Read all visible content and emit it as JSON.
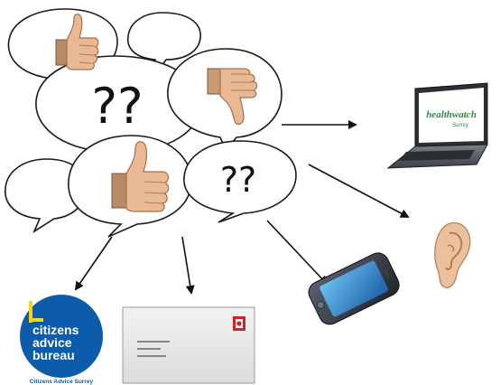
{
  "bubbles": {
    "question_marks_large": "??",
    "question_marks_small": "??"
  },
  "laptop": {
    "screen_brand": "healthwatch",
    "screen_sub": "Surrey"
  },
  "cab_logo": {
    "line1": "citizens",
    "line2": "advice",
    "line3": "bureau",
    "caption": "Citizens Advice Surrey"
  },
  "colors": {
    "bubble_fill": "#ffffff",
    "outline": "#1a1a1a",
    "skin": "#e8b994",
    "skin_shade": "#c88e64",
    "cab_blue": "#0c5cab",
    "cab_yellow": "#f7d417",
    "hw_green": "#2a8a3e",
    "hw_pink": "#d6336c",
    "envelope": "#e9e9e9",
    "stamp_red": "#d4202a"
  },
  "icons": [
    "thumbs-up-icon",
    "thumbs-down-icon",
    "laptop-icon",
    "ear-icon",
    "smartphone-icon",
    "envelope-icon",
    "cab-logo-icon"
  ]
}
